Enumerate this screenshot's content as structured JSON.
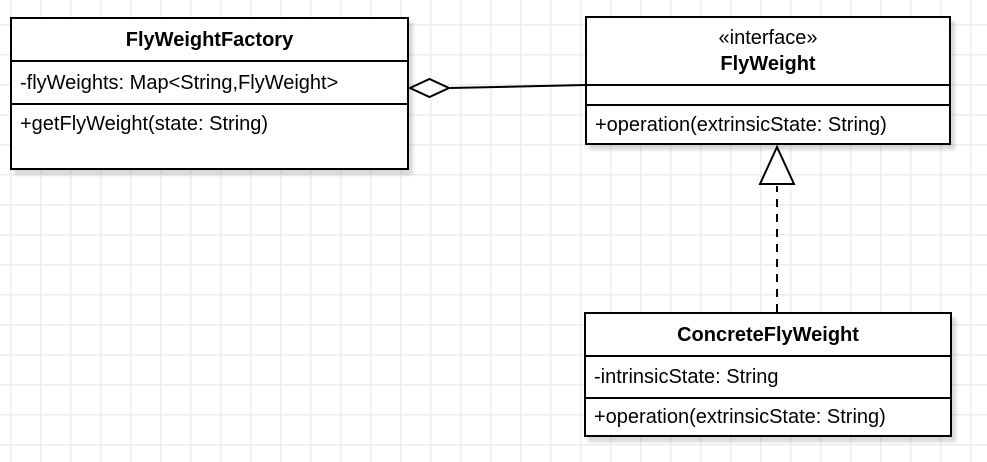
{
  "diagram": {
    "type": "uml-class-diagram",
    "pattern": "Flyweight",
    "classes": [
      {
        "id": "flyweight-factory",
        "stereotype": "",
        "name": "FlyWeightFactory",
        "attributes": [
          "-flyWeights: Map<String,FlyWeight>"
        ],
        "methods": [
          "+getFlyWeight(state: String)"
        ]
      },
      {
        "id": "flyweight",
        "stereotype": "«interface»",
        "name": "FlyWeight",
        "attributes": [],
        "methods": [
          "+operation(extrinsicState: String)"
        ]
      },
      {
        "id": "concrete-flyweight",
        "stereotype": "",
        "name": "ConcreteFlyWeight",
        "attributes": [
          "-intrinsicState: String"
        ],
        "methods": [
          "+operation(extrinsicState: String)"
        ]
      }
    ],
    "relationships": [
      {
        "type": "aggregation",
        "from": "FlyWeightFactory",
        "to": "FlyWeight",
        "marker": "hollow-diamond-at-source"
      },
      {
        "type": "realization",
        "from": "ConcreteFlyWeight",
        "to": "FlyWeight",
        "marker": "hollow-triangle-at-target",
        "line_style": "dashed"
      }
    ],
    "colors": {
      "background": "#ffffff",
      "grid_line": "#ededed",
      "box_fill": "#ffffff",
      "box_border": "#000000",
      "text": "#000000",
      "shadow": "rgba(0,0,0,0.15)"
    }
  }
}
